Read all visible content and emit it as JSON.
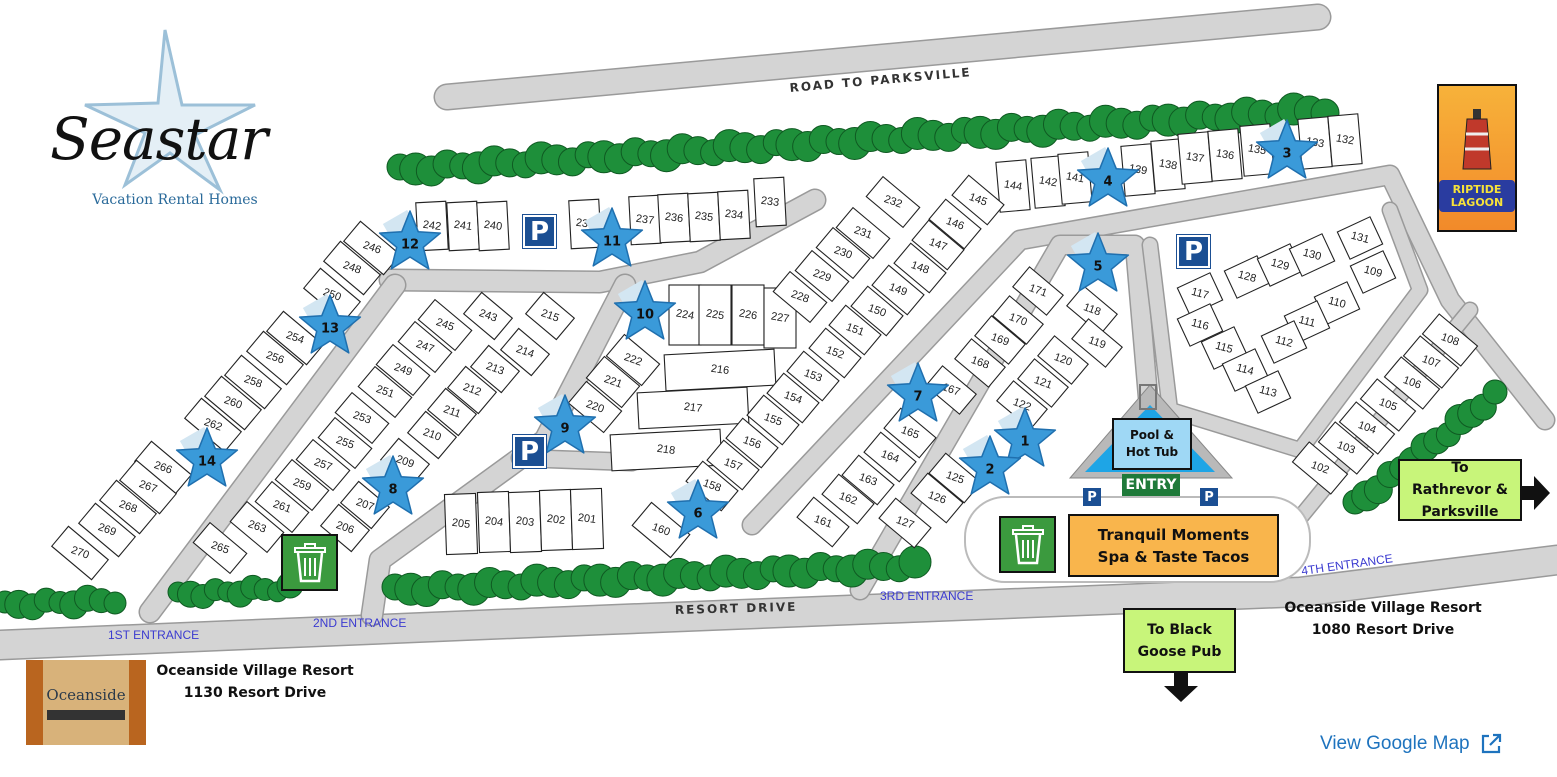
{
  "brand": {
    "name": "Seastar",
    "tagline": "Vacation Rental Homes"
  },
  "roads": {
    "north": "ROAD TO PARKSVILLE",
    "south": "RESORT DRIVE"
  },
  "entrances": [
    "1ST ENTRANCE",
    "2ND ENTRANCE",
    "3RD ENTRANCE",
    "4TH ENTRANCE"
  ],
  "lots": [
    "242",
    "241",
    "240",
    "239",
    "237",
    "236",
    "235",
    "234",
    "233",
    "144",
    "142",
    "141",
    "139",
    "138",
    "137",
    "136",
    "135",
    "133",
    "132",
    "246",
    "248",
    "250",
    "254",
    "256",
    "258",
    "260",
    "262",
    "266",
    "267",
    "268",
    "269",
    "270",
    "245",
    "247",
    "249",
    "251",
    "253",
    "255",
    "257",
    "259",
    "261",
    "263",
    "265",
    "243",
    "215",
    "214",
    "213",
    "212",
    "211",
    "210",
    "209",
    "207",
    "206",
    "224",
    "225",
    "226",
    "227",
    "228",
    "229",
    "230",
    "231",
    "232",
    "222",
    "221",
    "220",
    "216",
    "217",
    "218",
    "158",
    "157",
    "156",
    "155",
    "154",
    "153",
    "152",
    "151",
    "150",
    "149",
    "148",
    "147",
    "146",
    "145",
    "160",
    "205",
    "204",
    "203",
    "202",
    "201",
    "171",
    "118",
    "170",
    "119",
    "169",
    "120",
    "168",
    "121",
    "167",
    "122",
    "165",
    "164",
    "163",
    "162",
    "161",
    "125",
    "126",
    "127",
    "117",
    "128",
    "129",
    "130",
    "131",
    "109",
    "116",
    "110",
    "115",
    "111",
    "112",
    "114",
    "113",
    "108",
    "107",
    "106",
    "105",
    "104",
    "103",
    "102"
  ],
  "homes": [
    "1",
    "2",
    "3",
    "4",
    "5",
    "6",
    "7",
    "8",
    "9",
    "10",
    "11",
    "12",
    "13",
    "14"
  ],
  "amenities": {
    "parking": "P",
    "pool": "Pool & Hot Tub",
    "entry": "ENTRY",
    "spa": "Tranquil Moments Spa & Taste Tacos",
    "riptide": "RIPTIDE LAGOON"
  },
  "directions": {
    "east": "To Rathrevor & Parksville",
    "south": "To Black Goose Pub"
  },
  "addresses": {
    "west": {
      "name": "Oceanside Village Resort",
      "street": "1130 Resort Drive",
      "sign": "Oceanside"
    },
    "east": {
      "name": "Oceanside Village Resort",
      "street": "1080 Resort Drive"
    }
  },
  "link": {
    "label": "View Google Map"
  },
  "colors": {
    "road": "#d4d4d4",
    "tree": "#1e8f3a",
    "star": "#3a9ad9",
    "highlight": "#d3e6f2",
    "green_box": "#c8f57a",
    "orange_box": "#f9b54c",
    "link": "#1e73be"
  }
}
